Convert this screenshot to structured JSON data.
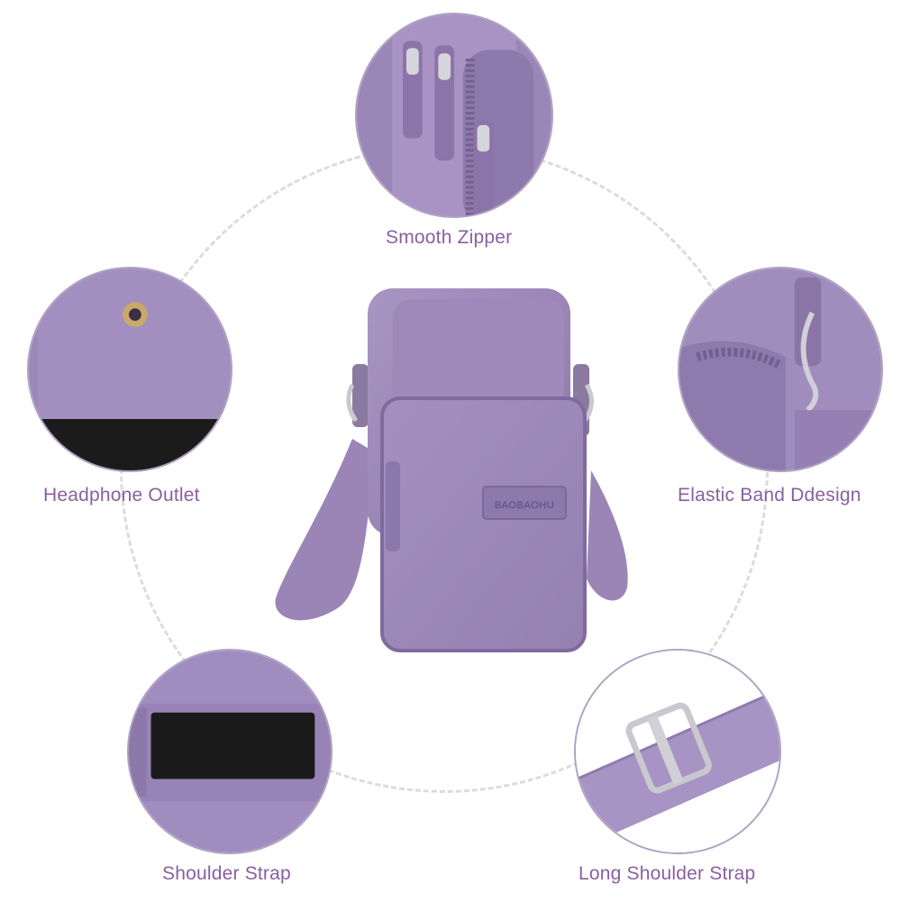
{
  "product": {
    "brand_label": "BAOBAOHU",
    "color_accent": "#9a84b6",
    "caption_color": "#8a5fa0"
  },
  "features": {
    "zipper": {
      "label": "Smooth Zipper",
      "icon": "zipper-detail"
    },
    "headphone": {
      "label": "Headphone Outlet",
      "icon": "headphone-hole-detail"
    },
    "elastic": {
      "label": "Elastic Band Ddesign",
      "icon": "clasp-detail"
    },
    "shoulder": {
      "label": "Shoulder Strap",
      "icon": "elastic-band-detail"
    },
    "long_strap": {
      "label": "Long Shoulder Strap",
      "icon": "strap-buckle-detail"
    }
  }
}
